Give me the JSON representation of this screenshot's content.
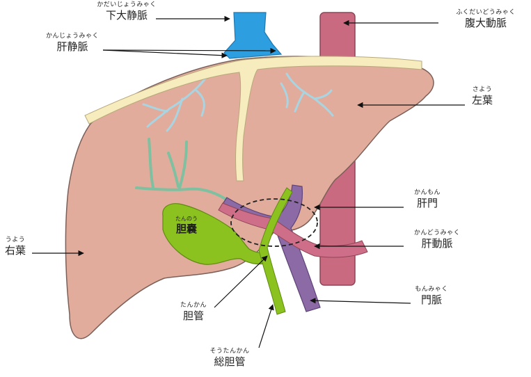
{
  "labels": {
    "ivc": {
      "ruby": "かだいじょうみゃく",
      "text": "下大静脈"
    },
    "hep_vein": {
      "ruby": "かんじょうみゃく",
      "text": "肝静脈"
    },
    "aorta": {
      "ruby": "ふくだいどうみゃく",
      "text": "腹大動脈"
    },
    "left_lobe": {
      "ruby": "さよう",
      "text": "左葉"
    },
    "right_lobe": {
      "ruby": "うよう",
      "text": "右葉"
    },
    "hilum": {
      "ruby": "かんもん",
      "text": "肝門"
    },
    "hep_artery": {
      "ruby": "かんどうみゃく",
      "text": "肝動脈"
    },
    "portal_vein": {
      "ruby": "もんみゃく",
      "text": "門脈"
    },
    "hep_duct": {
      "ruby": "たんかん",
      "text": "胆管"
    },
    "cbd": {
      "ruby": "そうたんかん",
      "text": "総胆管"
    },
    "gallbladder": {
      "ruby": "たんのう",
      "text": "胆嚢"
    }
  },
  "colors": {
    "liver": "#e2ac9c",
    "ligament": "#f6ecbe",
    "ivc": "#2d9fe0",
    "aorta": "#c96a80",
    "gallbladder": "#8cc21f",
    "portal": "#8c6aa6",
    "artery": "#cf6e88",
    "hepatic_vein_branch": "#a9d4e2",
    "bile_branch": "#7ec0a0"
  }
}
